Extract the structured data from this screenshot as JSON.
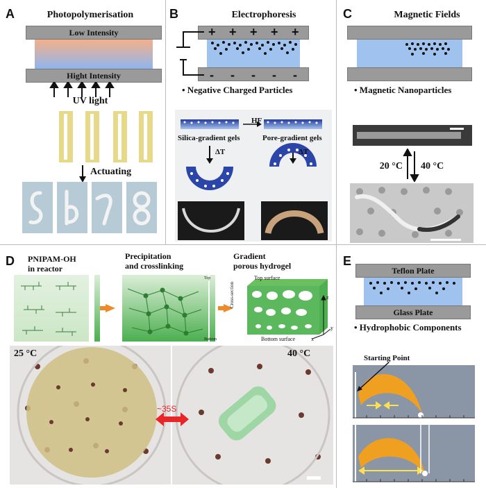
{
  "panels": {
    "a": {
      "letter": "A",
      "title": "Photopolymerisation",
      "plate_top": "Low Intensity",
      "plate_bottom": "Hight Intensity",
      "uv_label": "UV light",
      "actuating": "Actuating"
    },
    "b": {
      "letter": "B",
      "title": "Electrophoresis",
      "bullet": "• Negative Charged Particles",
      "hf": "HF",
      "silica": "Silica-gradient gels",
      "pore": "Pore-gradient gels",
      "dt": "ΔT"
    },
    "c": {
      "letter": "C",
      "title": "Magnetic Fields",
      "bullet": "• Magnetic Nanoparticles",
      "temp_low": "20 °C",
      "temp_high": "40 °C"
    },
    "d": {
      "letter": "D",
      "step1": "PNIPAM-OH",
      "step1b": "in reactor",
      "step2": "Precipitation",
      "step2b": "and crosslinking",
      "step3": "Gradient",
      "step3b": "porous hydrogel",
      "top_surface": "Top surface",
      "bottom_surface": "Bottom surface",
      "cross_section": "Cross-section",
      "top_small": "Top",
      "bottom_small": "Bottom",
      "axis_x": "x",
      "axis_y": "y",
      "axis_z": "z",
      "temp_left": "25 °C",
      "temp_right": "40 °C",
      "time": "~35S"
    },
    "e": {
      "letter": "E",
      "plate_top": "Teflon Plate",
      "plate_bottom": "Glass Plate",
      "bullet": "• Hydrophobic Components",
      "starting_point": "Starting Point"
    }
  },
  "colors": {
    "plate": "#9a9a9a",
    "gel_blue": "#9fc3ee",
    "gradient_top": "#f4b088",
    "gradient_bottom": "#8fb5f0",
    "arrow_red": "#e8262a",
    "arrow_orange": "#ef8a2a",
    "hydrogel_green": "#4caf50"
  }
}
